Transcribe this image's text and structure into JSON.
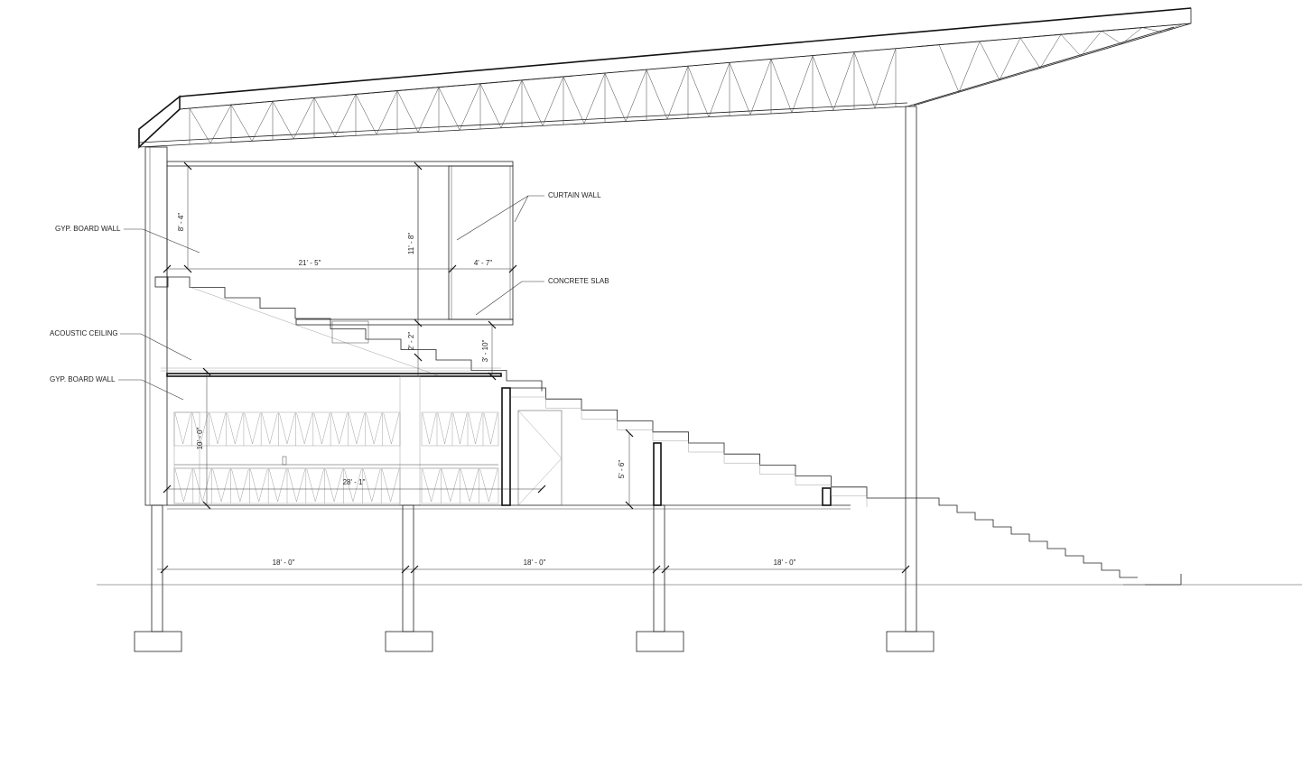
{
  "annotations": {
    "curtain_wall": "CURTAIN WALL",
    "concrete_slab": "CONCRETE SLAB",
    "gyp_board_wall_upper": "GYP. BOARD WALL",
    "acoustic_ceiling": "ACOUSTIC CEILING",
    "gyp_board_wall_lower": "GYP. BOARD WALL"
  },
  "dimensions": {
    "upper_room_height": "8' - 4\"",
    "upper_floor_to_floor": "11' - 8\"",
    "upper_room_width": "21' - 5\"",
    "curtain_wall_depth": "4' - 7\"",
    "slab_gap": "2' - 2\"",
    "slab_drop": "3' - 10\"",
    "lower_room_height": "10' - 0\"",
    "lower_room_width": "28' - 1\"",
    "exterior_stair_rise": "5' - 6\"",
    "bay_1": "18' - 0\"",
    "bay_2": "18' - 0\"",
    "bay_3": "18' - 0\""
  }
}
